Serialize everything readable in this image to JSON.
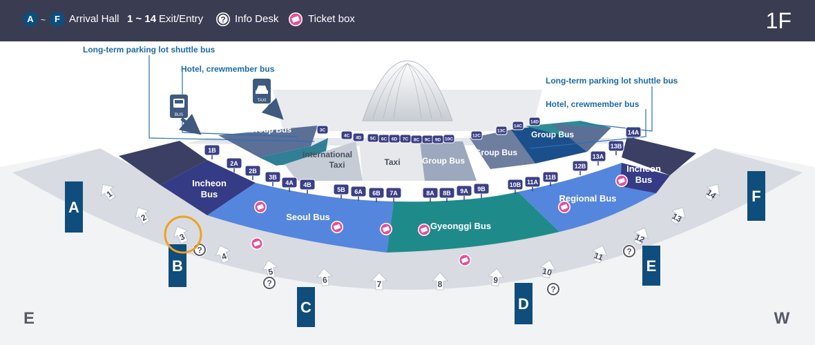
{
  "legend": {
    "arrival_start": "A",
    "arrival_sep": "~",
    "arrival_end": "F",
    "arrival_label": "Arrival Hall",
    "exit_range": "1 ~ 14",
    "exit_label": "Exit/Entry",
    "info_label": "Info Desk",
    "ticket_label": "Ticket box"
  },
  "floor": "1F",
  "compass": {
    "left": "E",
    "right": "W"
  },
  "arrival_halls": [
    "A",
    "B",
    "C",
    "D",
    "E",
    "F"
  ],
  "exits": [
    "1",
    "2",
    "3",
    "4",
    "5",
    "6",
    "7",
    "8",
    "9",
    "10",
    "11",
    "12",
    "13",
    "14"
  ],
  "zones": {
    "incheon_left": [
      "Incheon",
      "Bus"
    ],
    "seoul": "Seoul Bus",
    "gyeonggi": "Gyeonggi Bus",
    "regional": "Regional Bus",
    "incheon_right": [
      "Incheon",
      "Bus"
    ],
    "international_taxi": [
      "International",
      "Taxi"
    ],
    "taxi": "Taxi",
    "group_center": "Group Bus",
    "group_left": "Group Bus",
    "group_right_a": "Group Bus",
    "group_right_b": "Group Bus"
  },
  "stops": {
    "front": [
      "1B",
      "2A",
      "2B",
      "3B",
      "4A",
      "4B",
      "5B",
      "6A",
      "6B",
      "7A",
      "8A",
      "8B",
      "9A",
      "9B",
      "10B",
      "11A",
      "11B",
      "12B",
      "13A",
      "13B",
      "14A"
    ],
    "back": [
      "3C",
      "4C",
      "4D",
      "5C",
      "6C",
      "6D",
      "7C",
      "8C",
      "9C",
      "9D",
      "10C",
      "12C",
      "13C",
      "14C",
      "14D"
    ]
  },
  "callouts": {
    "long_term_left": "Long-term parking lot shuttle bus",
    "hotel_left": "Hotel, crewmember bus",
    "long_term_right": "Long-term parking lot shuttle bus",
    "hotel_right": "Hotel, crewmember bus"
  },
  "icons": {
    "bus_sign": "BUS",
    "taxi_sign": "TAXI"
  },
  "colors": {
    "header": "#3a3c52",
    "hall": "#0e4d7c",
    "seoul": "#5586dd",
    "gyeonggi": "#1f8a8a",
    "incheon": "#363b85",
    "callout_text": "#1b6aa8",
    "ticket": "#e0529a",
    "highlight": "#f0a020"
  }
}
